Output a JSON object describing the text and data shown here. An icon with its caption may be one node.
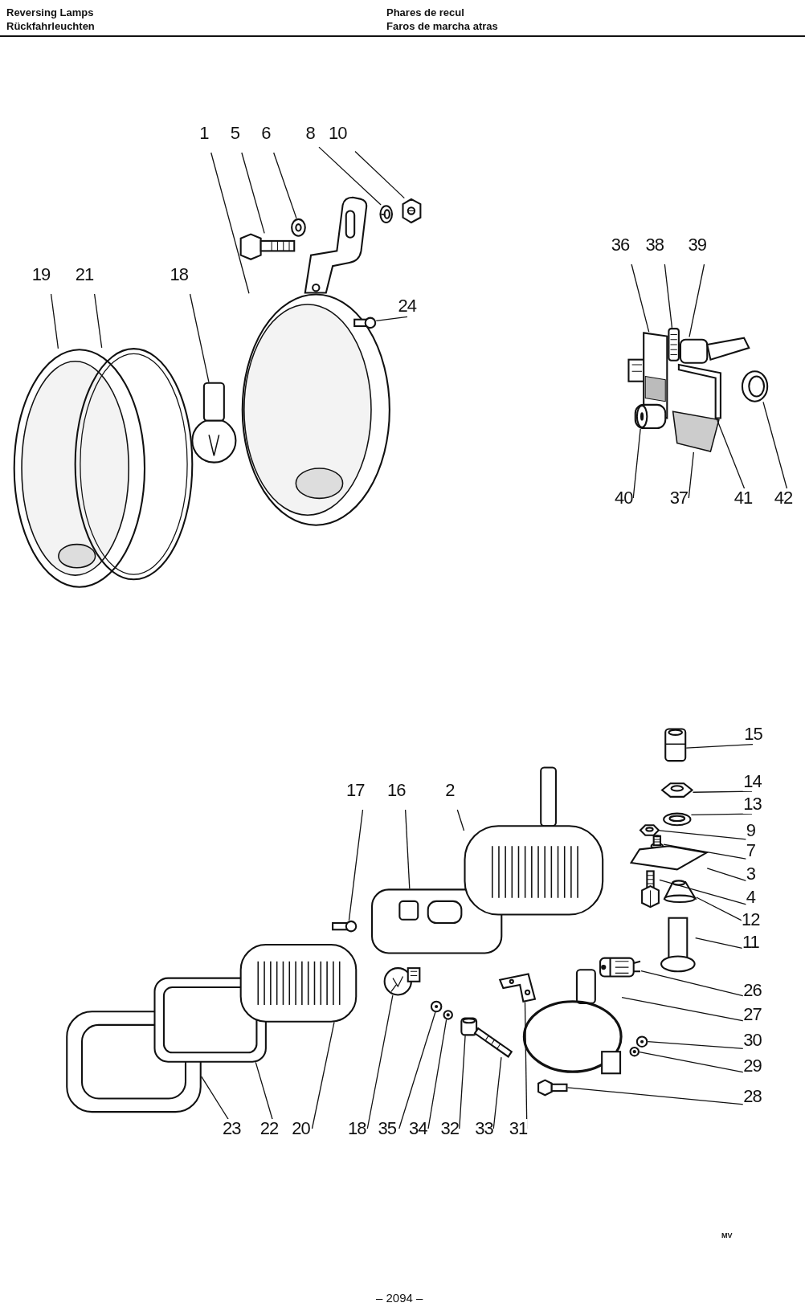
{
  "diagram": {
    "nodes": [
      {
        "text": [
          "1"
        ]
      },
      {
        "text": [
          "5"
        ]
      },
      {
        "text": [
          "6"
        ]
      },
      {
        "text": [
          "8"
        ]
      },
      {
        "text": [
          "10"
        ]
      },
      {
        "text": [
          "36"
        ]
      },
      {
        "text": [
          "38"
        ]
      },
      {
        "text": [
          "39"
        ]
      },
      {
        "text": [
          "19"
        ]
      },
      {
        "text": [
          "21"
        ]
      },
      {
        "text": [
          "18"
        ]
      },
      {
        "text": [
          "24"
        ]
      },
      {
        "text": [
          "40"
        ]
      },
      {
        "text": [
          "37"
        ]
      },
      {
        "text": [
          "41"
        ]
      },
      {
        "text": [
          "42"
        ]
      },
      {
        "text": [
          "15"
        ]
      },
      {
        "text": [
          "17"
        ]
      },
      {
        "text": [
          "16"
        ]
      },
      {
        "text": [
          "2"
        ]
      },
      {
        "text": [
          "14"
        ]
      },
      {
        "text": [
          "13"
        ]
      },
      {
        "text": [
          "9"
        ]
      },
      {
        "text": [
          "7"
        ]
      },
      {
        "text": [
          "3"
        ]
      },
      {
        "text": [
          "4"
        ]
      },
      {
        "text": [
          "12"
        ]
      },
      {
        "text": [
          "11"
        ]
      },
      {
        "text": [
          "26"
        ]
      },
      {
        "text": [
          "27"
        ]
      },
      {
        "text": [
          "30"
        ]
      },
      {
        "text": [
          "29"
        ]
      },
      {
        "text": [
          "28"
        ]
      },
      {
        "text": [
          "23"
        ]
      },
      {
        "text": [
          "22"
        ]
      },
      {
        "text": [
          "20"
        ]
      },
      {
        "text": [
          "18"
        ]
      },
      {
        "text": [
          "35"
        ]
      },
      {
        "text": [
          "34"
        ]
      },
      {
        "text": [
          "32"
        ]
      },
      {
        "text": [
          "33"
        ]
      },
      {
        "text": [
          "31"
        ]
      },
      {
        "text": [],
        "shape": "picture"
      },
      {
        "text": [],
        "shape": "picture"
      },
      {
        "text": [],
        "shape": "picture"
      },
      {
        "text": [],
        "shape": "picture"
      },
      {
        "text": [],
        "shape": "picture"
      },
      {
        "text": [],
        "shape": "picture"
      },
      {
        "text": [],
        "shape": "picture"
      },
      {
        "text": [],
        "shape": "picture"
      },
      {
        "text": [],
        "shape": "picture"
      },
      {
        "text": [],
        "shape": "picture"
      },
      {
        "text": [],
        "shape": "picture"
      },
      {
        "text": [],
        "shape": "picture"
      },
      {
        "text": [],
        "shape": "picture"
      },
      {
        "text": [],
        "shape": "picture"
      },
      {
        "text": [],
        "shape": "picture"
      },
      {
        "text": [],
        "shape": "picture"
      },
      {
        "text": [],
        "shape": "picture"
      },
      {
        "text": [],
        "shape": "picture"
      },
      {
        "text": [],
        "shape": "picture"
      },
      {
        "text": [],
        "shape": "picture"
      },
      {
        "text": [],
        "shape": "picture"
      },
      {
        "text": [],
        "shape": "picture"
      },
      {
        "text": [],
        "shape": "picture"
      },
      {
        "text": [],
        "shape": "picture"
      },
      {
        "text": [],
        "shape": "picture"
      },
      {
        "text": [],
        "shape": "picture"
      },
      {
        "text": [],
        "shape": "picture"
      },
      {
        "text": [],
        "shape": "picture"
      },
      {
        "text": [],
        "shape": "picture"
      },
      {
        "text": [],
        "shape": "picture"
      },
      {
        "text": [],
        "shape": "picture"
      },
      {
        "text": [],
        "shape": "picture"
      },
      {
        "text": [],
        "shape": "picture"
      },
      {
        "text": [],
        "shape": "picture"
      },
      {
        "text": [],
        "shape": "picture"
      },
      {
        "text": [],
        "shape": "picture"
      },
      {
        "text": [],
        "shape": "picture"
      },
      {
        "text": [],
        "shape": "picture"
      },
      {
        "text": [],
        "shape": "picture"
      },
      {
        "text": [],
        "shape": "picture"
      },
      {
        "text": [],
        "shape": "picture"
      },
      {
        "text": [],
        "shape": "picture"
      }
    ],
    "edges": [
      {
        "from": 0,
        "to": 42,
        "arrow": "none"
      },
      {
        "from": 1,
        "to": 43,
        "arrow": "none"
      },
      {
        "from": 2,
        "to": 44,
        "arrow": "none"
      },
      {
        "from": 3,
        "to": 45,
        "arrow": "none"
      },
      {
        "from": 4,
        "to": 46,
        "arrow": "none"
      },
      {
        "from": 5,
        "to": 47,
        "arrow": "none"
      },
      {
        "from": 6,
        "to": 48,
        "arrow": "none"
      },
      {
        "from": 7,
        "to": 49,
        "arrow": "none"
      },
      {
        "from": 8,
        "to": 50,
        "arrow": "none"
      },
      {
        "from": 9,
        "to": 51,
        "arrow": "none"
      },
      {
        "from": 10,
        "to": 52,
        "arrow": "none"
      },
      {
        "from": 11,
        "to": 53,
        "arrow": "none"
      },
      {
        "from": 12,
        "to": 54,
        "arrow": "none"
      },
      {
        "from": 13,
        "to": 55,
        "arrow": "none"
      },
      {
        "from": 14,
        "to": 56,
        "arrow": "none"
      },
      {
        "from": 15,
        "to": 57,
        "arrow": "none"
      },
      {
        "from": 16,
        "to": 58,
        "arrow": "none"
      },
      {
        "from": 17,
        "to": 59,
        "arrow": "none"
      },
      {
        "from": 18,
        "to": 60,
        "arrow": "none"
      },
      {
        "from": 19,
        "to": 61,
        "arrow": "none"
      },
      {
        "from": 20,
        "to": 62,
        "arrow": "none"
      },
      {
        "from": 21,
        "to": 63,
        "arrow": "none"
      },
      {
        "from": 22,
        "to": 64,
        "arrow": "none"
      },
      {
        "from": 23,
        "to": 65,
        "arrow": "none"
      },
      {
        "from": 24,
        "to": 66,
        "arrow": "none"
      },
      {
        "from": 25,
        "to": 67,
        "arrow": "none"
      },
      {
        "from": 26,
        "to": 68,
        "arrow": "none"
      },
      {
        "from": 27,
        "to": 69,
        "arrow": "none"
      },
      {
        "from": 28,
        "to": 70,
        "arrow": "none"
      },
      {
        "from": 29,
        "to": 71,
        "arrow": "none"
      },
      {
        "from": 30,
        "to": 72,
        "arrow": "none"
      },
      {
        "from": 31,
        "to": 73,
        "arrow": "none"
      },
      {
        "from": 32,
        "to": 74,
        "arrow": "none"
      },
      {
        "from": 33,
        "to": 75,
        "arrow": "none"
      },
      {
        "from": 34,
        "to": 76,
        "arrow": "none"
      },
      {
        "from": 35,
        "to": 77,
        "arrow": "none"
      },
      {
        "from": 36,
        "to": 78,
        "arrow": "none"
      },
      {
        "from": 37,
        "to": 79,
        "arrow": "none"
      },
      {
        "from": 38,
        "to": 80,
        "arrow": "none"
      },
      {
        "from": 39,
        "to": 81,
        "arrow": "none"
      },
      {
        "from": 40,
        "to": 82,
        "arrow": "none"
      },
      {
        "from": 41,
        "to": 83,
        "arrow": "none"
      }
    ],
    "labels": [
      "Reversing Lamps",
      "Rückfahrleuchten",
      "Phares de recul",
      "Faros de marcha atras",
      "MV",
      "– 2094 –"
    ]
  }
}
